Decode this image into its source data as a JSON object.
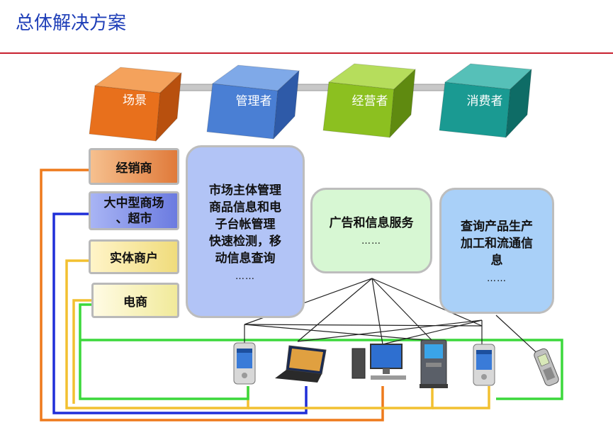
{
  "title": "总体解决方案",
  "cubes": [
    {
      "label": "场景",
      "front": "#e8701c",
      "top": "#f4a25c",
      "side": "#b8500e"
    },
    {
      "label": "管理者",
      "front": "#4a7fd4",
      "top": "#7fa9e8",
      "side": "#2e5aa8"
    },
    {
      "label": "经营者",
      "front": "#8cc020",
      "top": "#b6dd5c",
      "side": "#5f8a10"
    },
    {
      "label": "消费者",
      "front": "#1a9a92",
      "top": "#56c0b8",
      "side": "#0e6c66"
    }
  ],
  "categories": [
    {
      "label": "经销商",
      "fill1": "#f6c08e",
      "fill2": "#e07a3a"
    },
    {
      "label": "大中型商场\n、超市",
      "fill1": "#a8b4f4",
      "fill2": "#6b7be0"
    },
    {
      "label": "实体商户",
      "fill1": "#fff4c8",
      "fill2": "#f0dc7c"
    },
    {
      "label": "电商",
      "fill1": "#fffbe4",
      "fill2": "#f1ea9a"
    }
  ],
  "panels": [
    {
      "text": "市场主体管理\n商品信息和电\n子台帐管理\n快速检测，移\n动信息查询",
      "dots": "……",
      "fill": "#b2c4f6"
    },
    {
      "text": "广告和信息服务",
      "dots": "……",
      "fill": "#d7f7d3"
    },
    {
      "text": "查询产品生产\n加工和流通信\n息",
      "dots": "……",
      "fill": "#a9d0f8"
    }
  ],
  "devices": [
    {
      "name": "pda-icon"
    },
    {
      "name": "laptop-icon"
    },
    {
      "name": "desktop-computer-icon"
    },
    {
      "name": "kiosk-terminal-icon"
    },
    {
      "name": "pda-icon"
    },
    {
      "name": "mobile-phone-icon"
    }
  ],
  "colors": {
    "title": "#1f3fb8",
    "rule": "#c8202f",
    "orange_line": "#ee7a1c",
    "blue_line": "#1f2ed8",
    "yellow_line": "#f2c030",
    "green_line": "#3cd83c",
    "black_line": "#222222"
  }
}
